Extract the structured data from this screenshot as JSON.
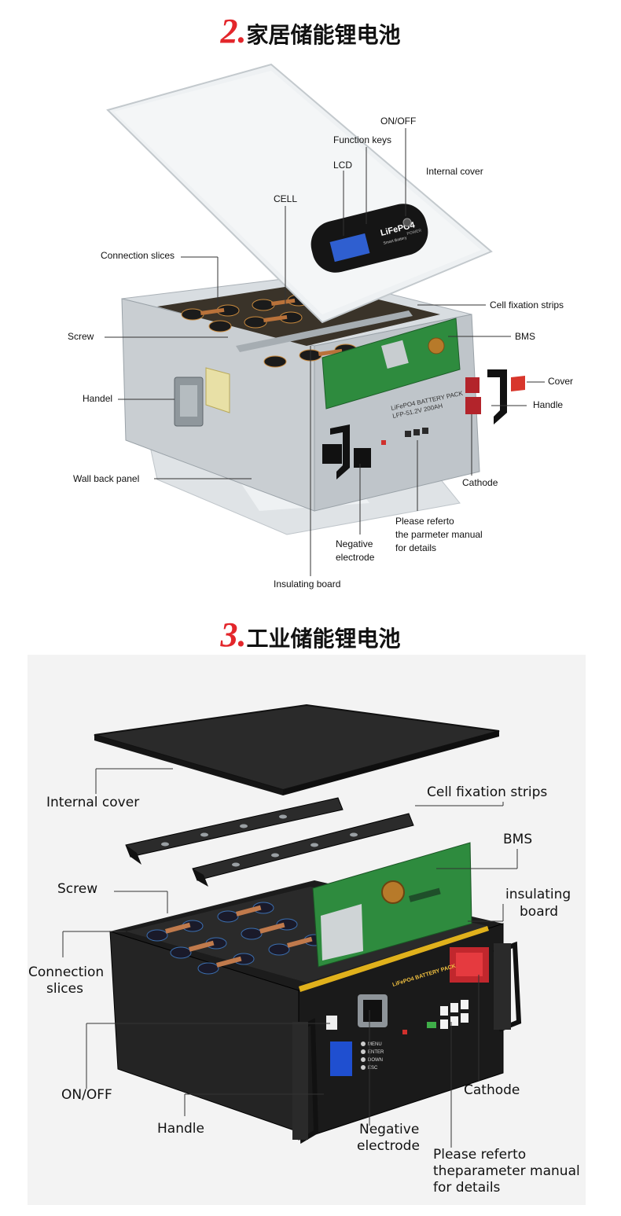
{
  "sections": [
    {
      "number": "2.",
      "title": "家居储能锂电池",
      "device": {
        "lcd_brand": "LiFePO4",
        "lcd_sub": "Smart Battery",
        "power_label": "POWER",
        "pack_line1": "LiFePO4 BATTERY PACK",
        "pack_line2": "LFP-51.2V 200AH"
      },
      "labels": {
        "on_off": "ON/OFF",
        "function_keys": "Function keys",
        "lcd": "LCD",
        "internal_cover": "Internal cover",
        "cell": "CELL",
        "connection_slices": "Connection slices",
        "cell_fixation_strips": "Cell fixation strips",
        "screw": "Screw",
        "bms": "BMS",
        "cover": "Cover",
        "handel": "Handel",
        "handle": "Handle",
        "wall_back_panel": "Wall back panel",
        "cathode": "Cathode",
        "refer_1": "Please referto",
        "refer_2": "the parmeter manual",
        "refer_3": "for details",
        "negative_1": "Negative",
        "negative_2": "electrode",
        "insulating_board": "Insulating board"
      }
    },
    {
      "number": "3.",
      "title": "工业储能锂电池",
      "device": {
        "pack_label": "LiFePO4 BATTERY PACK",
        "menu_items": [
          "MENU",
          "ENTER",
          "DOWN",
          "ESC"
        ]
      },
      "labels": {
        "internal_cover": "Internal cover",
        "cell_fixation_strips": "Cell fixation strips",
        "bms": "BMS",
        "screw": "Screw",
        "insulating_1": "insulating",
        "insulating_2": "board",
        "connection_1": "Connection",
        "connection_2": "slices",
        "on_off": "ON/OFF",
        "cathode": "Cathode",
        "handle": "Handle",
        "negative_1": "Negative",
        "negative_2": "electrode",
        "refer_1": "Please referto",
        "refer_2": "theparameter manual",
        "refer_3": "for details"
      }
    }
  ],
  "colors": {
    "accent_red": "#e3262b",
    "pcb_green": "#2e8b3e",
    "battery_gray": "#c9ced2",
    "rack_black": "#1c1c1c"
  }
}
